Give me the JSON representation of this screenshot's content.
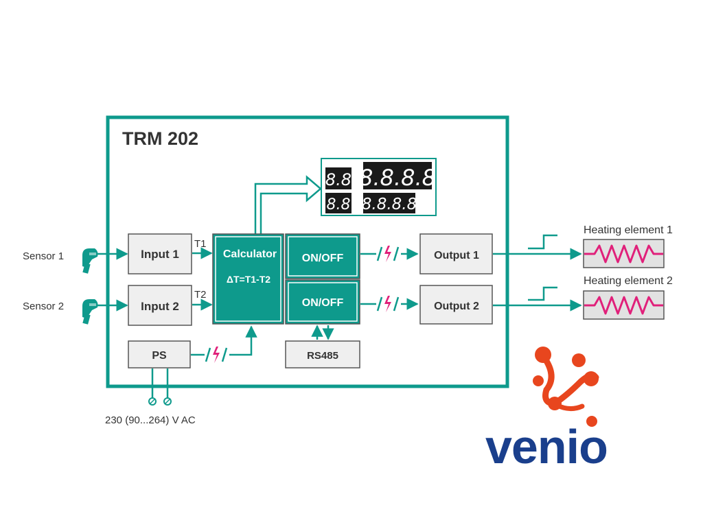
{
  "device": {
    "title": "TRM 202",
    "frame_color": "#0e9a8c"
  },
  "display": {
    "rows": [
      {
        "small": "8.8",
        "large": "8.8.8.8"
      },
      {
        "small": "8.8",
        "large": "8.8.8.8"
      }
    ]
  },
  "sensors": [
    {
      "label": "Sensor 1",
      "icon": "thermocouple-probe-icon"
    },
    {
      "label": "Sensor 2",
      "icon": "thermocouple-probe-icon"
    }
  ],
  "blocks": {
    "input_1": "Input 1",
    "input_2": "Input 2",
    "calculator_title": "Calculator",
    "calculator_formula": "ΔT=T1-T2",
    "onoff_1": "ON/OFF",
    "onoff_2": "ON/OFF",
    "output_1": "Output 1",
    "output_2": "Output 2",
    "ps": "PS",
    "rs485": "RS485"
  },
  "signals": {
    "t1": "T1",
    "t2": "T2"
  },
  "heaters": [
    {
      "label": "Heating element 1",
      "icon": "resistor-coil-icon"
    },
    {
      "label": "Heating element 2",
      "icon": "resistor-coil-icon"
    }
  ],
  "power": {
    "label": "230 (90...264) V AC",
    "icon": "terminal-screw-icon"
  },
  "logo": {
    "text": "venio",
    "text_color": "#1a3f8c",
    "mark_color": "#e8461e"
  },
  "colors": {
    "teal": "#0e9a8c",
    "block_fill": "#efefef",
    "block_stroke": "#555555",
    "lightning": "#e0207a",
    "display_bg": "#1a1a1a",
    "heater_fill": "#e2e2e2",
    "coil": "#e0207a"
  }
}
